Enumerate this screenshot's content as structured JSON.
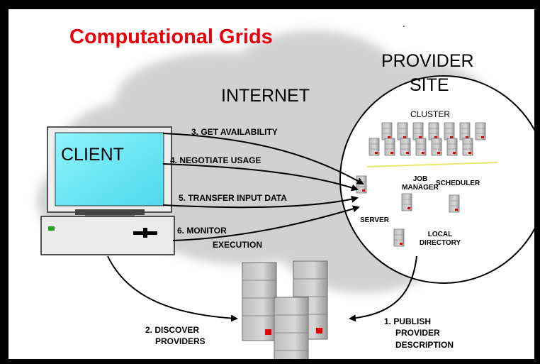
{
  "title": "Computational Grids",
  "stray_mark": ".",
  "internet_label": "INTERNET",
  "provider_site": {
    "line1": "PROVIDER",
    "line2": "SITE"
  },
  "cluster_label": "CLUSTER",
  "client_label": "CLIENT",
  "steps": {
    "get_availability": "3. GET AVAILABILITY",
    "negotiate_usage": "4. NEGOTIATE USAGE",
    "transfer_input": "5. TRANSFER INPUT DATA",
    "monitor_line1": "6. MONITOR",
    "monitor_line2": "EXECUTION",
    "discover_line1": "2. DISCOVER",
    "discover_line2": "PROVIDERS",
    "publish_line1": "1. PUBLISH",
    "publish_line2": "PROVIDER",
    "publish_line3": "DESCRIPTION"
  },
  "components": {
    "job_manager_line1": "JOB",
    "job_manager_line2": "MANAGER",
    "scheduler": "SCHEDULER",
    "server": "SERVER",
    "local_directory_line1": "LOCAL",
    "local_directory_line2": "DIRECTORY"
  },
  "colors": {
    "title": "#e8000b",
    "screen": "#5fe6f5",
    "cloud": "#c9c9c9",
    "led": "#e00000"
  }
}
